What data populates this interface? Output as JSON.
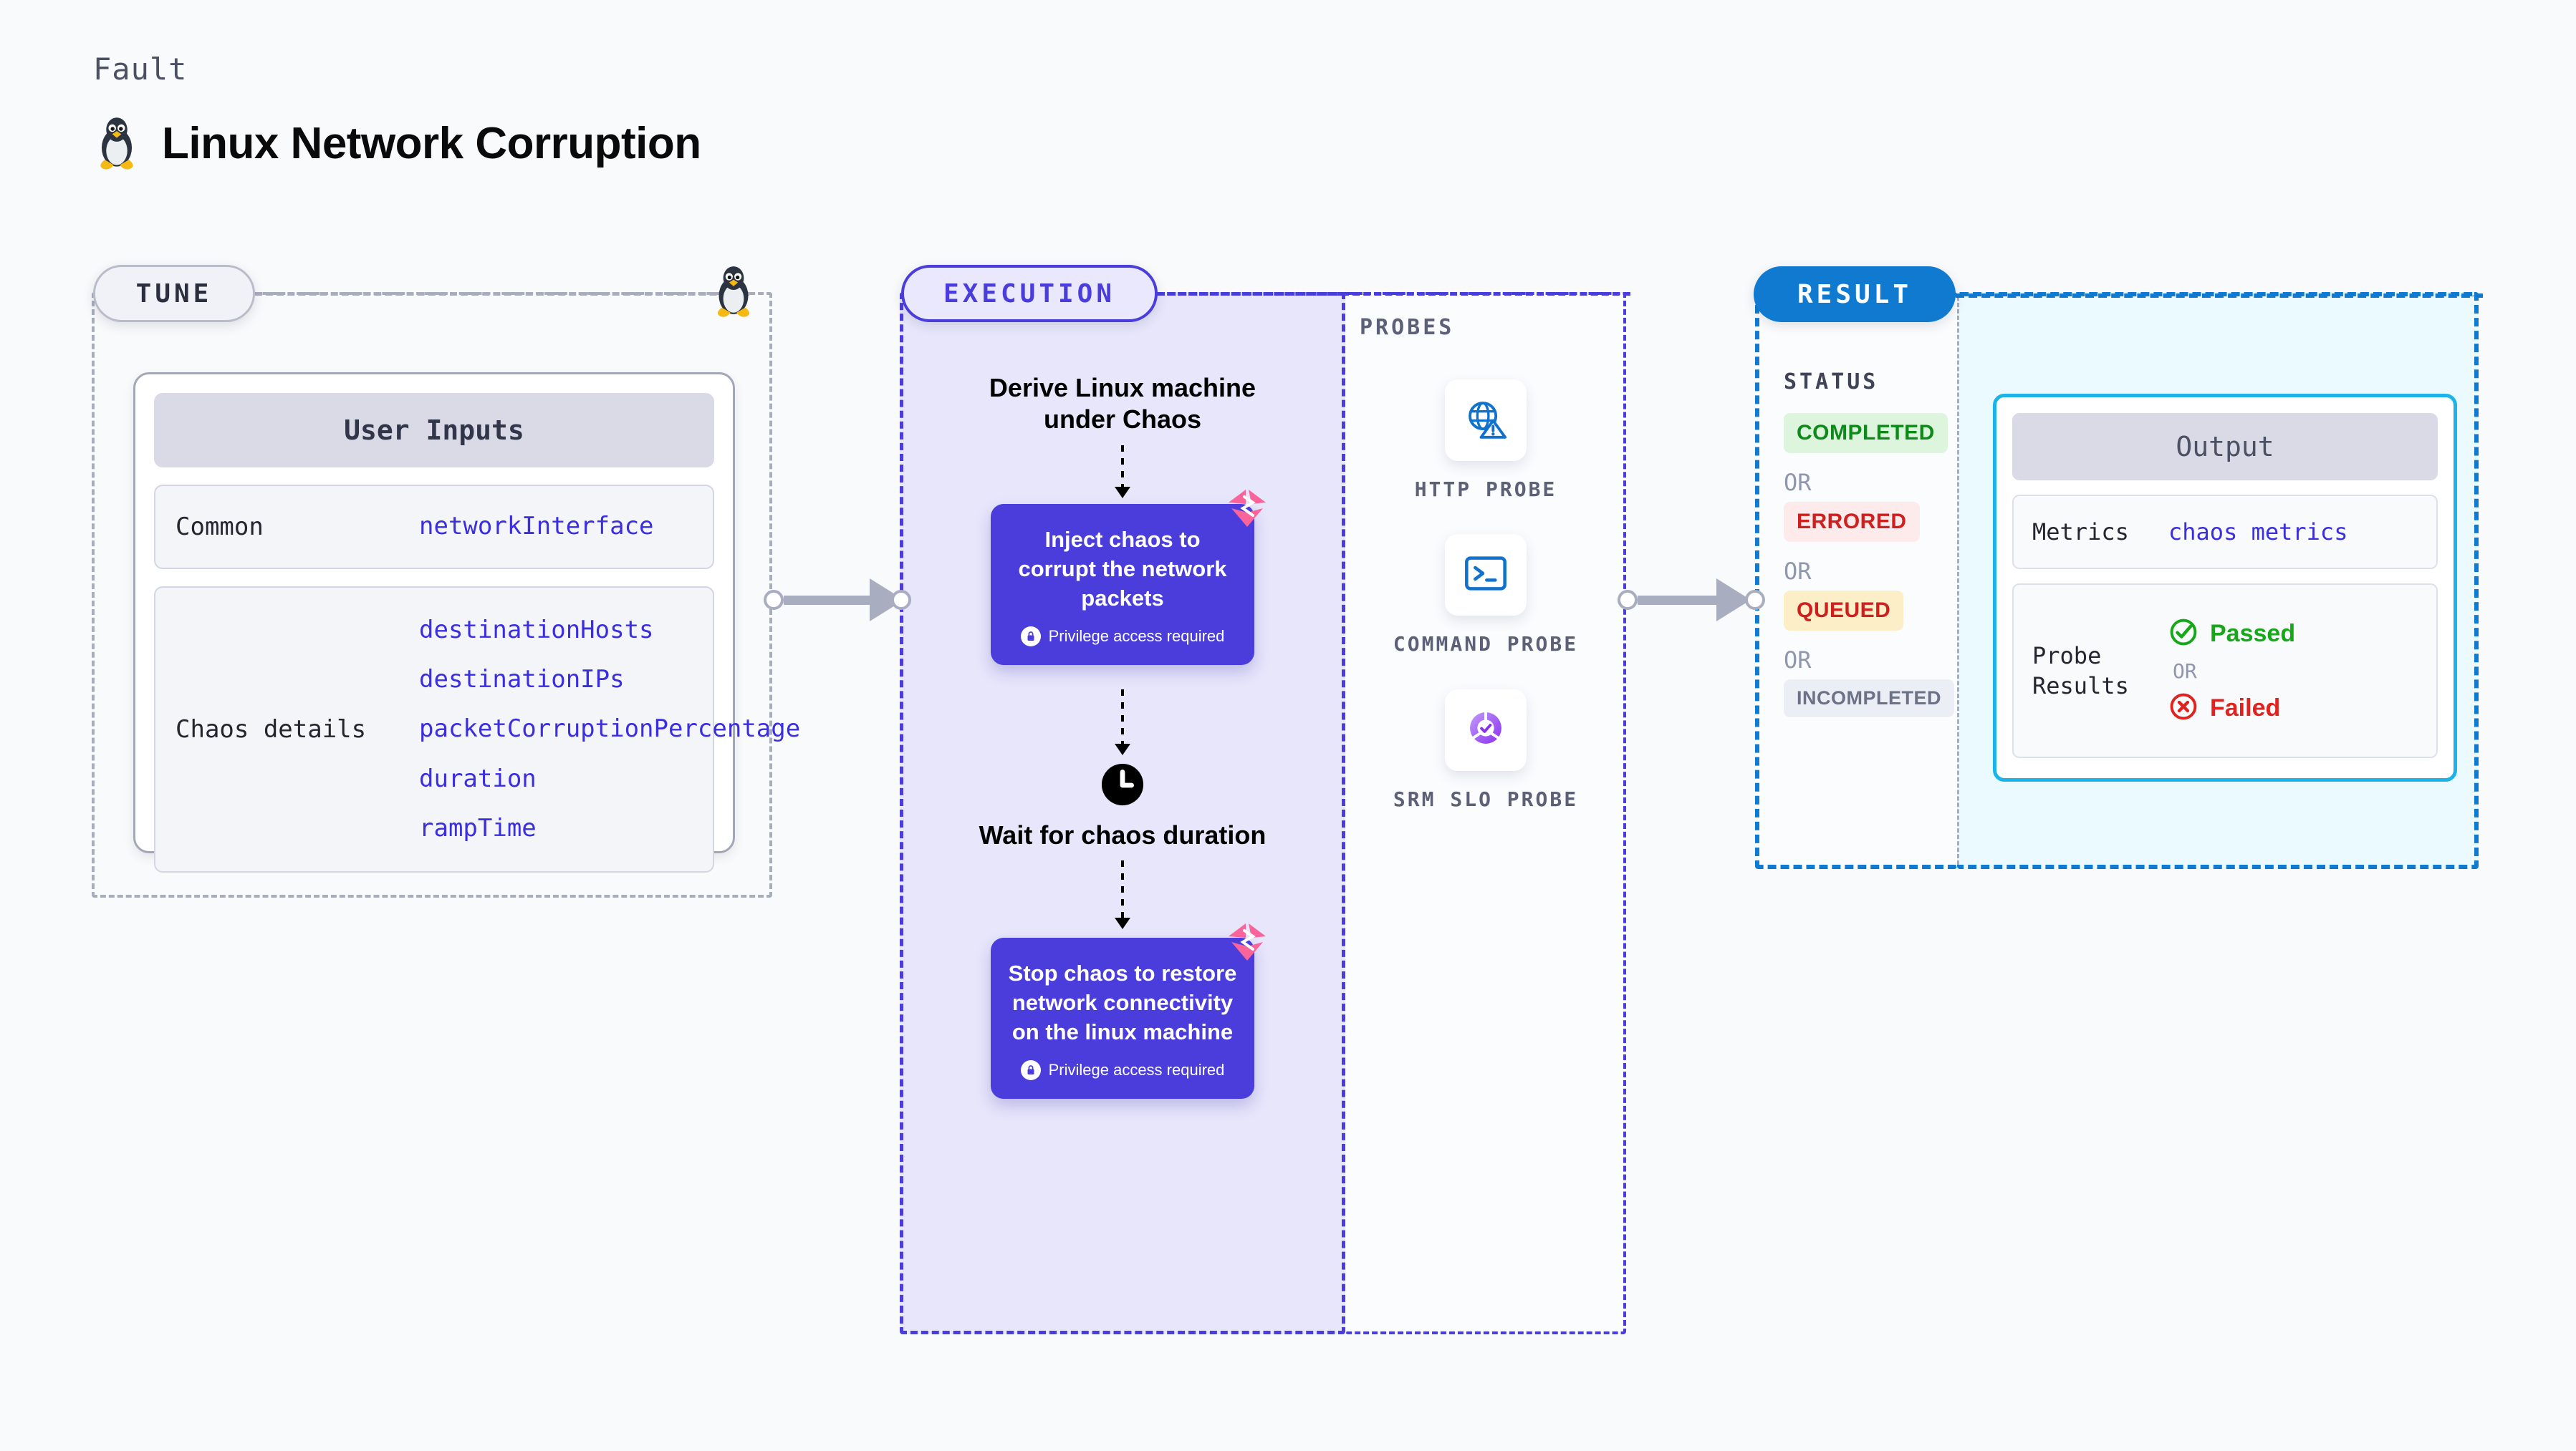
{
  "header": {
    "kicker": "Fault",
    "title": "Linux Network Corruption",
    "icon": "linux-penguin-icon"
  },
  "tune": {
    "pill_label": "TUNE",
    "card_title": "User Inputs",
    "rows": [
      {
        "label": "Common",
        "values": [
          "networkInterface"
        ]
      },
      {
        "label": "Chaos details",
        "values": [
          "destinationHosts",
          "destinationIPs",
          "packetCorruptionPercentage",
          "duration",
          "rampTime"
        ]
      }
    ]
  },
  "execution": {
    "pill_label": "EXECUTION",
    "start_title": "Derive Linux machine under Chaos",
    "nodes": [
      {
        "text": "Inject chaos to corrupt the network packets",
        "privilege": "Privilege access required"
      },
      {
        "text": "Stop chaos to restore network connectivity on the linux machine",
        "privilege": "Privilege access required"
      }
    ],
    "wait_label": "Wait for chaos duration",
    "wait_icon": "clock-icon"
  },
  "probes": {
    "section_label": "PROBES",
    "items": [
      {
        "name": "HTTP PROBE",
        "icon": "globe-warning-icon"
      },
      {
        "name": "COMMAND PROBE",
        "icon": "terminal-icon"
      },
      {
        "name": "SRM SLO PROBE",
        "icon": "slo-donut-check-icon"
      }
    ]
  },
  "result": {
    "pill_label": "RESULT",
    "status_label": "STATUS",
    "or_label": "OR",
    "statuses": [
      {
        "label": "COMPLETED",
        "bg": "#ddf5dd",
        "fg": "#0e8a1b"
      },
      {
        "label": "ERRORED",
        "bg": "#fdeaea",
        "fg": "#cf2020"
      },
      {
        "label": "QUEUED",
        "bg": "#fceec6",
        "fg": "#cf2020"
      },
      {
        "label": "INCOMPLETED",
        "bg": "#eceef5",
        "fg": "#6b7187"
      }
    ],
    "output": {
      "title": "Output",
      "metrics_label": "Metrics",
      "metrics_value": "chaos metrics",
      "probe_results_label": "Probe Results",
      "passed_label": "Passed",
      "failed_label": "Failed",
      "or_label": "OR",
      "passed_icon": "check-circle-icon",
      "failed_icon": "x-circle-icon"
    }
  },
  "colors": {
    "background": "#f9fafc",
    "execution_accent": "#4a3ddb",
    "execution_fill": "#e7e6fb",
    "result_accent": "#1079d0",
    "result_fill": "#ebfafe",
    "tune_accent": "#a8adbb",
    "mono_value": "#3b2ee0",
    "connector": "#a9adc0",
    "chaos_badge": "#f9649a",
    "passed": "#17a81a",
    "failed": "#e0231e"
  }
}
